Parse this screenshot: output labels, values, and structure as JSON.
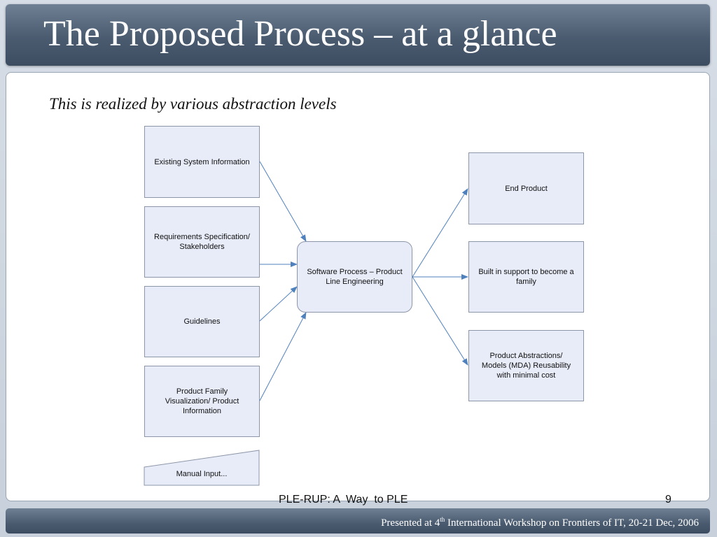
{
  "slide": {
    "title": "The Proposed Process – at a glance",
    "subtitle": "This is realized by various abstraction levels"
  },
  "diagram": {
    "inputs": [
      {
        "label": "Existing System Information"
      },
      {
        "label": "Requirements Specification/ Stakeholders"
      },
      {
        "label": "Guidelines"
      },
      {
        "label": "Product Family Visualization/ Product Information"
      }
    ],
    "manual_input": "Manual Input...",
    "process": "Software Process – Product Line Engineering",
    "outputs": [
      {
        "label": "End Product"
      },
      {
        "label": "Built in support to become a family"
      },
      {
        "label": "Product Abstractions/ Models (MDA) Reusability with minimal cost"
      }
    ],
    "colors": {
      "box_fill": "#e8ecf8",
      "box_border": "#8d96a8",
      "arrow": "#4f81bd"
    }
  },
  "footer": {
    "center_text": "PLE-RUP: A  Way  to PLE",
    "page_number": "9",
    "bottom_prefix": "Presented at 4",
    "bottom_sup": "th",
    "bottom_suffix": " International Workshop on Frontiers of IT, 20-21 Dec, 2006"
  }
}
